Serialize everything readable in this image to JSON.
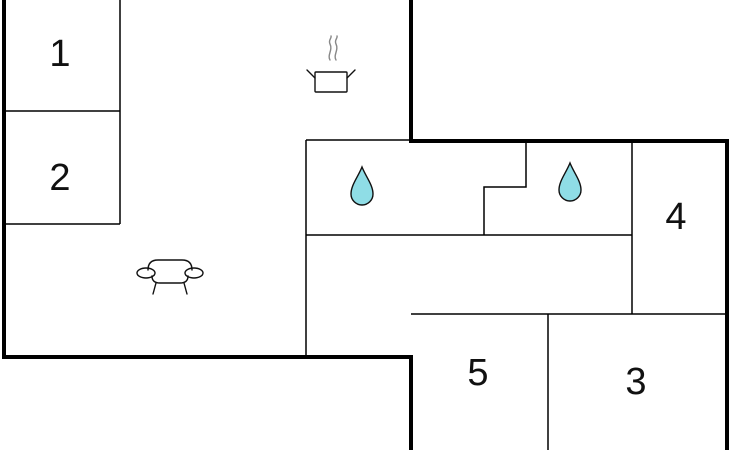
{
  "floorplan": {
    "rooms": [
      {
        "id": "room-1",
        "label": "1"
      },
      {
        "id": "room-2",
        "label": "2"
      },
      {
        "id": "room-3",
        "label": "3"
      },
      {
        "id": "room-4",
        "label": "4"
      },
      {
        "id": "room-5",
        "label": "5"
      }
    ],
    "icons": {
      "kitchen": "cooking-pot-icon",
      "living": "sofa-icon",
      "bathroom": "water-drop-icon"
    },
    "colors": {
      "walls": "#000000",
      "water_drop": "#8fdde6",
      "steam": "#888888"
    }
  }
}
